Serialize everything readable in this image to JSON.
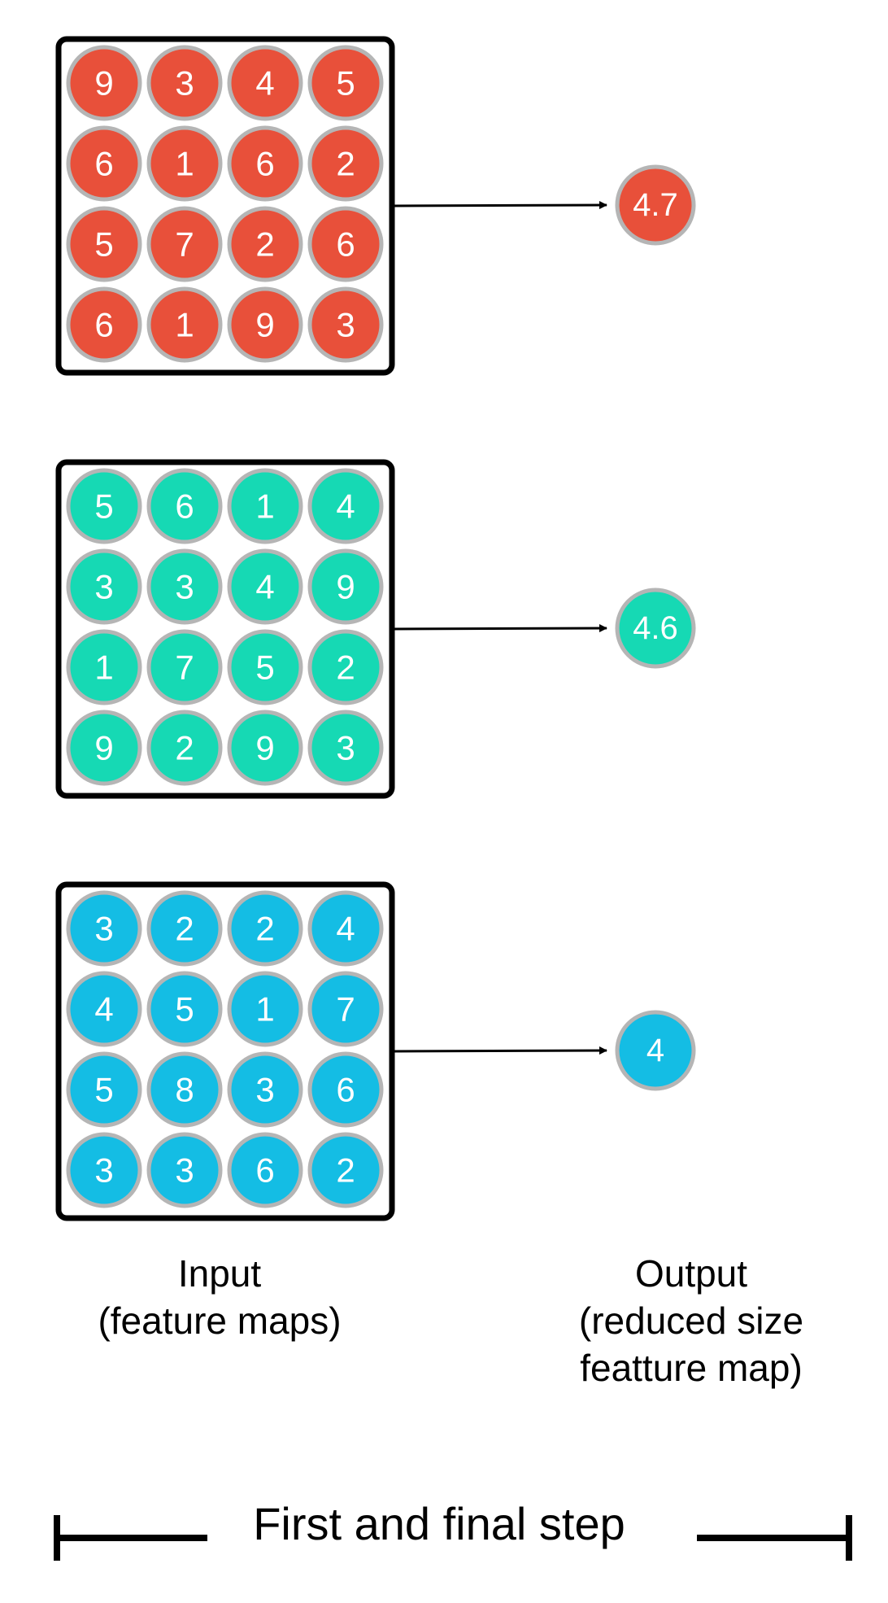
{
  "maps": [
    {
      "color": "#e8503a",
      "grid": [
        [
          "9",
          "3",
          "4",
          "5"
        ],
        [
          "6",
          "1",
          "6",
          "2"
        ],
        [
          "5",
          "7",
          "2",
          "6"
        ],
        [
          "6",
          "1",
          "9",
          "3"
        ]
      ],
      "output": "4.7"
    },
    {
      "color": "#16d9b4",
      "grid": [
        [
          "5",
          "6",
          "1",
          "4"
        ],
        [
          "3",
          "3",
          "4",
          "9"
        ],
        [
          "1",
          "7",
          "5",
          "2"
        ],
        [
          "9",
          "2",
          "9",
          "3"
        ]
      ],
      "output": "4.6"
    },
    {
      "color": "#14bde4",
      "grid": [
        [
          "3",
          "2",
          "2",
          "4"
        ],
        [
          "4",
          "5",
          "1",
          "7"
        ],
        [
          "5",
          "8",
          "3",
          "6"
        ],
        [
          "3",
          "3",
          "6",
          "2"
        ]
      ],
      "output": "4"
    }
  ],
  "labels": {
    "input_line1": "Input",
    "input_line2": "(feature maps)",
    "output_line1": "Output",
    "output_line2": "(reduced size",
    "output_line3": "featture map)"
  },
  "step_caption": "First and final step",
  "colors": {
    "cell_border": "#b5b5b5",
    "frame": "#000000"
  }
}
